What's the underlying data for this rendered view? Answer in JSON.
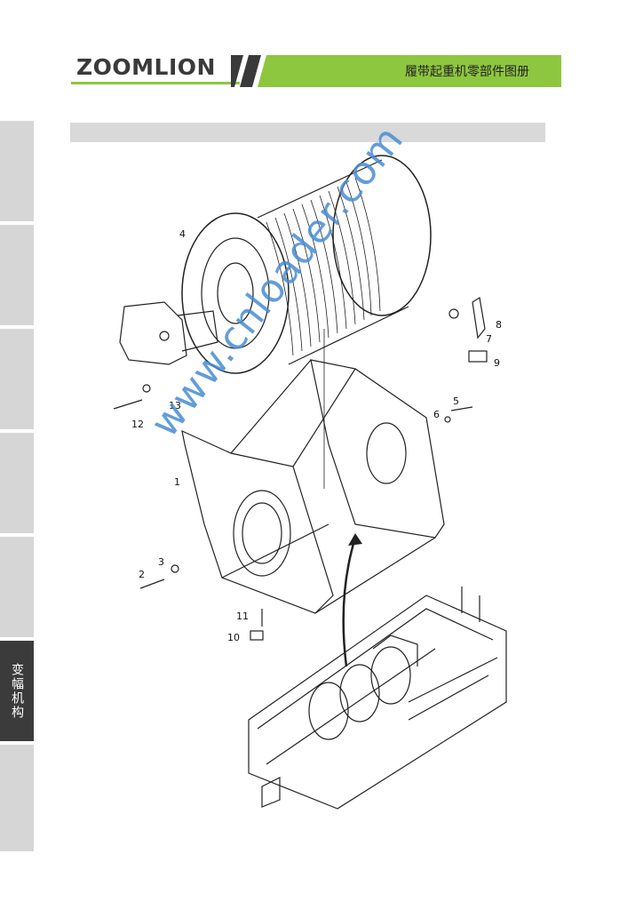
{
  "header": {
    "logo_text": "ZOOMLION",
    "title": "履带起重机零部件图册",
    "accent_color": "#8dc63f",
    "logo_color": "#3a3a3a"
  },
  "sidebar": {
    "tabs": [
      {
        "label": ""
      },
      {
        "label": ""
      },
      {
        "label": ""
      },
      {
        "label": ""
      },
      {
        "label": ""
      },
      {
        "label": "变幅机构",
        "active": true
      },
      {
        "label": ""
      }
    ]
  },
  "diagram": {
    "callouts": [
      "1",
      "2",
      "3",
      "4",
      "5",
      "6",
      "7",
      "8",
      "9",
      "10",
      "11",
      "12",
      "13"
    ]
  },
  "watermark": "www.cnloader.com"
}
